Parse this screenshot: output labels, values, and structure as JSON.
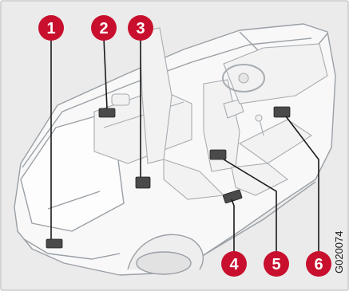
{
  "figure": {
    "code": "G020074",
    "colors": {
      "background": "#ebebeb",
      "frame": "#c9c9c9",
      "car_outline": "#9aa0a6",
      "car_fill": "#f7f7f7",
      "callout": "#c8102e",
      "component": "#444444"
    },
    "callouts": [
      {
        "id": 1,
        "label": "1"
      },
      {
        "id": 2,
        "label": "2"
      },
      {
        "id": 3,
        "label": "3"
      },
      {
        "id": 4,
        "label": "4"
      },
      {
        "id": 5,
        "label": "5"
      },
      {
        "id": 6,
        "label": "6"
      }
    ]
  }
}
